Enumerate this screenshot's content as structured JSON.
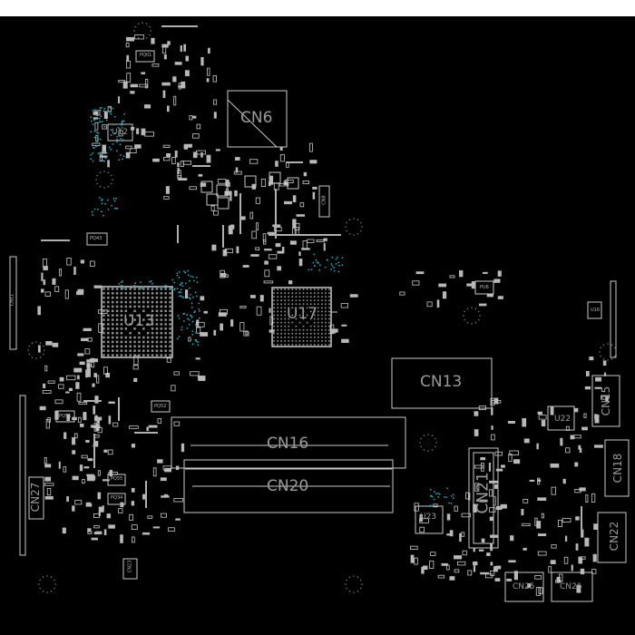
{
  "designators": {
    "cn6": "CN6",
    "cn13": "CN13",
    "cn15": "CN15",
    "cn16": "CN16",
    "cn18": "CN18",
    "cn20": "CN20",
    "cn21": "CN21",
    "cn22": "CN22",
    "cn25": "CN25",
    "cn26": "CN26",
    "cn27": "CN27",
    "u12": "U12",
    "u13": "U13",
    "u16": "U16",
    "u17": "U17",
    "u22": "U22",
    "u23": "U23",
    "pq01": "PQ01",
    "pq43": "PQ43",
    "pq52": "PQ52",
    "pq56": "PQ56",
    "pq55": "PQ55",
    "pq34": "PQ34",
    "pu6": "PU6",
    "cn8": "CN8",
    "cn11": "CN11",
    "cn23": "CN23"
  },
  "colors": {
    "background": "#000000",
    "outline": "#c8c8c8",
    "label": "#9a9a9a",
    "via": "#2aa6b4"
  }
}
